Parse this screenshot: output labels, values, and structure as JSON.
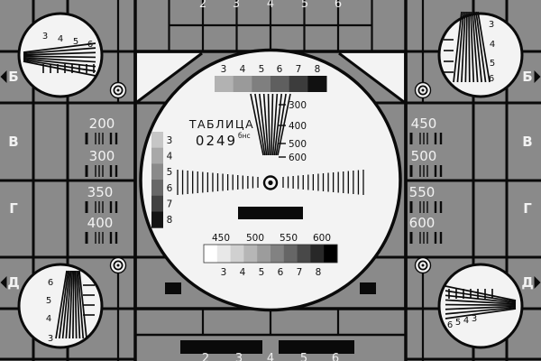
{
  "card": {
    "title": "ТАБЛИЦА",
    "code": "0249",
    "code_suffix": "бнс"
  },
  "colors": {
    "background": "#8a8a8a",
    "line": "#0a0a0a",
    "circle_fill": "#f3f3f3",
    "panel_text": "#f2f2f2",
    "ink": "#101010"
  },
  "center_circle": {
    "top_wedge_digits": [
      "3",
      "4",
      "5",
      "6",
      "7",
      "8"
    ],
    "top_wedge_steps": [
      "#b2b2b2",
      "#9a9a9a",
      "#7f7f7f",
      "#5f5f5f",
      "#3c3c3c",
      "#111111"
    ],
    "vertical_wedge_labels": [
      "300",
      "400",
      "500",
      "600"
    ],
    "left_scale_digits": [
      "3",
      "4",
      "5",
      "6",
      "7",
      "8"
    ],
    "left_scale_steps": [
      "#c6c6c6",
      "#a8a8a8",
      "#8a8a8a",
      "#686868",
      "#424242",
      "#141414"
    ],
    "bottom_scale_labels": [
      "450",
      "500",
      "550",
      "600"
    ],
    "bottom_wedge_steps": [
      "#ffffff",
      "#e8e8e8",
      "#d0d0d0",
      "#b6b6b6",
      "#9c9c9c",
      "#828282",
      "#666666",
      "#484848",
      "#282828",
      "#000000"
    ],
    "bottom_wedge_digits": [
      "3",
      "4",
      "5",
      "6",
      "7",
      "8"
    ]
  },
  "left_panel": {
    "letters": [
      "Б",
      "В",
      "Г",
      "Д"
    ],
    "values": [
      "200",
      "300",
      "350",
      "400"
    ]
  },
  "right_panel": {
    "letters": [
      "Б",
      "В",
      "Г",
      "Д"
    ],
    "values": [
      "450",
      "500",
      "550",
      "600"
    ]
  },
  "corner_wedges": {
    "top_left_digits": [
      "3",
      "4",
      "5",
      "6"
    ],
    "top_right_digits": [
      "3",
      "4",
      "5",
      "6"
    ],
    "bottom_left_digits": [
      "6",
      "5",
      "4",
      "3"
    ],
    "bottom_right_digits": [
      "6",
      "5",
      "4",
      "3"
    ]
  },
  "edge_digits": {
    "top": [
      "2",
      "3",
      "4",
      "5",
      "6"
    ],
    "bottom": [
      "2",
      "3",
      "4",
      "5",
      "6"
    ]
  }
}
